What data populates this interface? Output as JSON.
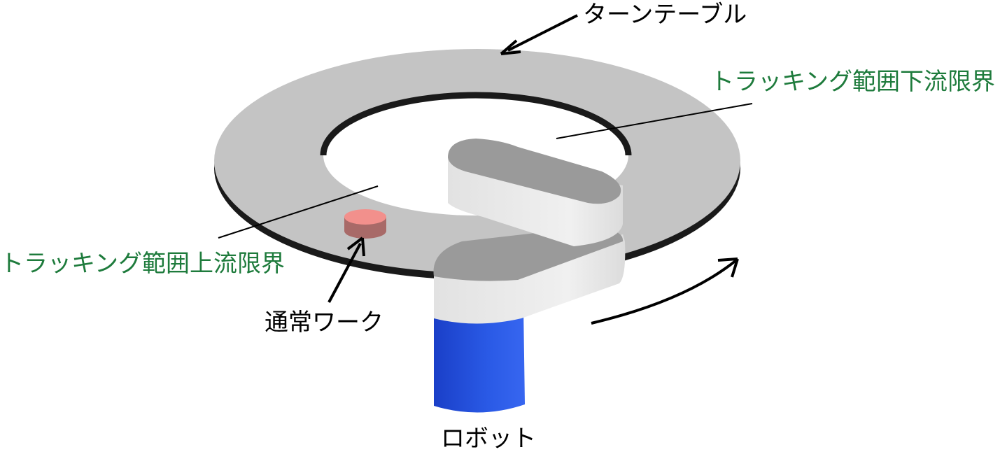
{
  "labels": {
    "turntable": "ターンテーブル",
    "downstream_limit": "トラッキング範囲下流限界",
    "upstream_limit": "トラッキング範囲上流限界",
    "work": "通常ワーク",
    "robot": "ロボット"
  },
  "colors": {
    "turntable": "#c4c4c4",
    "label_green": "#1e7b3c",
    "robot_blue": "#2455e0",
    "work_pink": "#f2908c",
    "arm_top": "#9a9a9a",
    "arm_side": "#e8e8e8"
  }
}
